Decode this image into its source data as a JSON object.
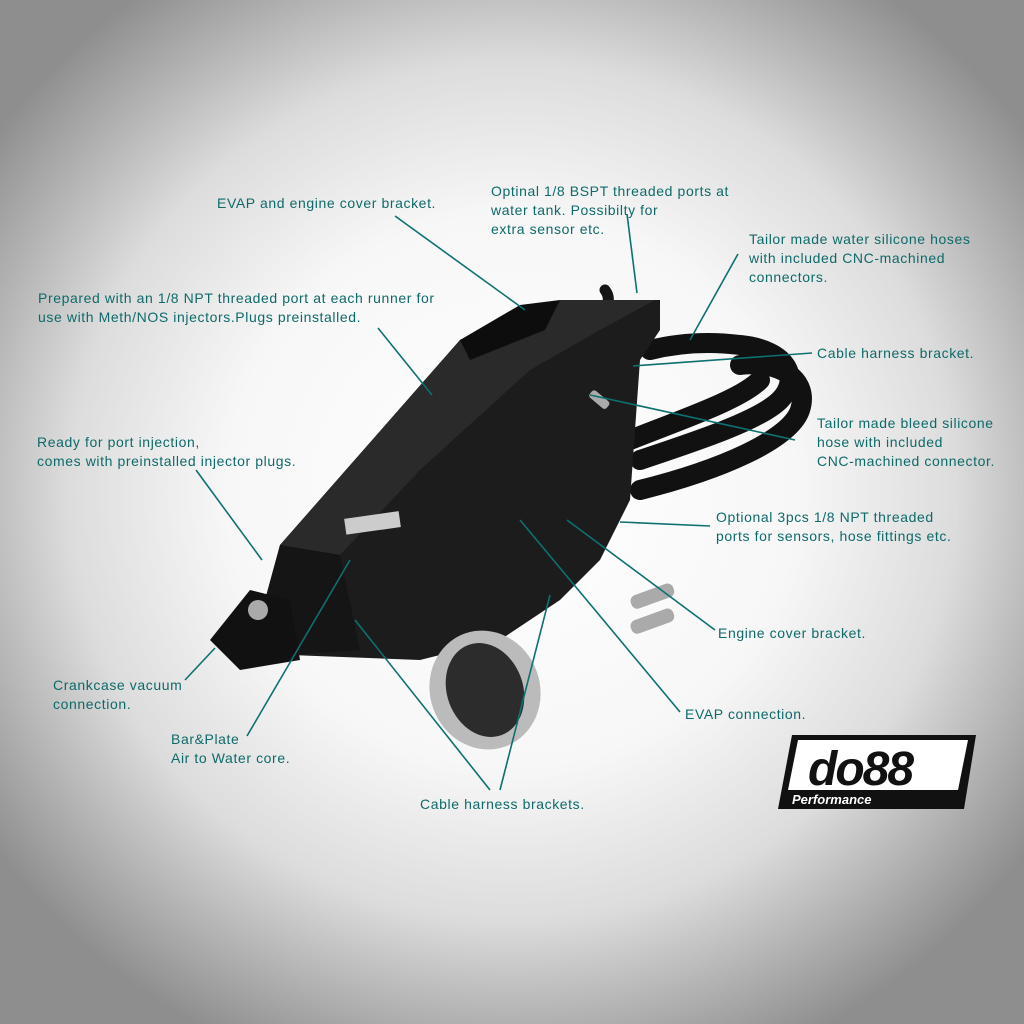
{
  "annotations": [
    {
      "id": "evap-engine-cover-bracket",
      "text": "EVAP and engine cover bracket."
    },
    {
      "id": "bspt-ports",
      "text": "Optinal 1/8 BSPT threaded ports at\nwater tank. Possibilty for\nextra sensor etc."
    },
    {
      "id": "water-hoses",
      "text": "Tailor made water silicone hoses\nwith included CNC-machined\nconnectors."
    },
    {
      "id": "npt-runner-ports",
      "text": "Prepared with an 1/8 NPT threaded port at each runner for\nuse with Meth/NOS injectors.Plugs preinstalled."
    },
    {
      "id": "cable-harness-bracket",
      "text": "Cable harness bracket."
    },
    {
      "id": "bleed-hose",
      "text": "Tailor made bleed silicone\nhose with included\nCNC-machined connector."
    },
    {
      "id": "port-injection",
      "text": "Ready for port injection,\ncomes with preinstalled injector plugs."
    },
    {
      "id": "npt-sensor-ports",
      "text": "Optional 3pcs 1/8 NPT threaded\nports for sensors, hose fittings etc."
    },
    {
      "id": "engine-cover-bracket",
      "text": "Engine cover bracket."
    },
    {
      "id": "crankcase-vacuum",
      "text": "Crankcase vacuum\nconnection."
    },
    {
      "id": "evap-connection",
      "text": "EVAP connection."
    },
    {
      "id": "bar-plate-core",
      "text": "Bar&Plate\nAir to Water core."
    },
    {
      "id": "cable-harness-brackets",
      "text": "Cable harness brackets."
    }
  ],
  "logo": {
    "brand": "do88",
    "tagline": "Performance"
  },
  "colors": {
    "annotation": "#0e6a6a",
    "product": "#1a1a1a"
  }
}
